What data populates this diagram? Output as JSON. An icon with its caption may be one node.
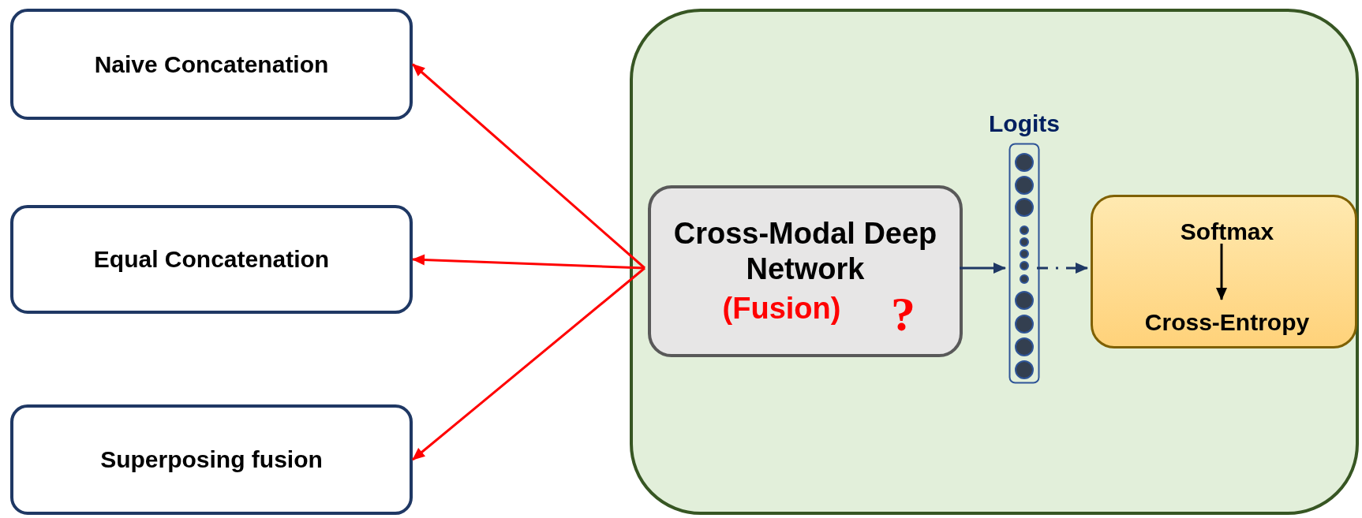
{
  "diagram": {
    "nodes": [
      {
        "text": [
          "Naive Concatenation"
        ]
      },
      {
        "text": [
          "Equal Concatenation"
        ]
      },
      {
        "text": [
          "Superposing fusion"
        ]
      },
      {
        "text": [],
        "shape": "box"
      },
      {
        "text": [
          "Cross-Modal Deep Network",
          "(Fusion)",
          "?"
        ],
        "in": 3
      },
      {
        "text": [
          "Logits"
        ],
        "in": 3
      },
      {
        "text": [],
        "shape": "box",
        "in": 3
      },
      {
        "text": [
          "Softmax"
        ],
        "in": 6
      },
      {
        "text": [
          "Cross-Entropy"
        ],
        "in": 6
      }
    ],
    "edges": [
      {
        "from": 4,
        "to": 0,
        "arrow": "to",
        "color": "#ff0000"
      },
      {
        "from": 4,
        "to": 1,
        "arrow": "to",
        "color": "#ff0000"
      },
      {
        "from": 4,
        "to": 2,
        "arrow": "to",
        "color": "#ff0000"
      },
      {
        "from": 4,
        "to": 5,
        "arrow": "to",
        "color": "#1f3864"
      },
      {
        "from": 5,
        "to": 6,
        "arrow": "to",
        "style": "dashed",
        "color": "#1f3864"
      },
      {
        "from": 7,
        "to": 8,
        "arrow": "to",
        "color": "#000000"
      }
    ]
  }
}
